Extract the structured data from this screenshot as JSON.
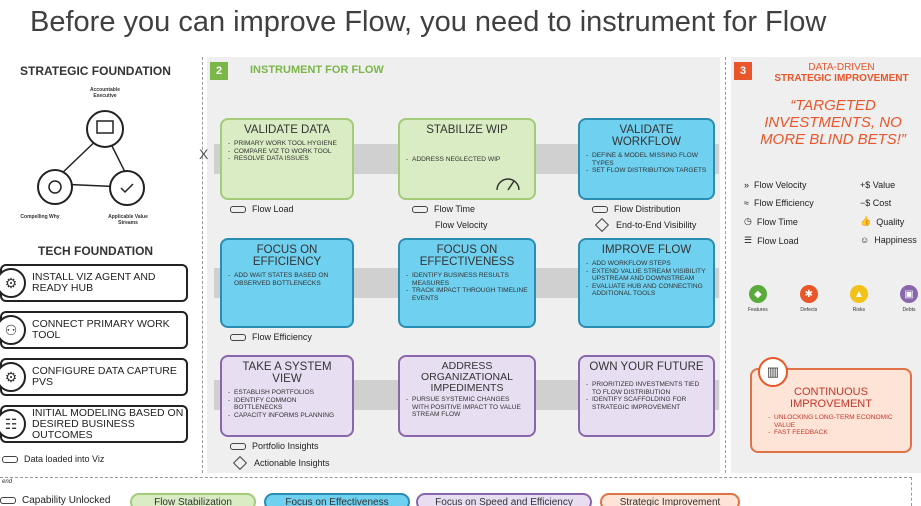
{
  "title": "Before you can improve Flow, you need to instrument for Flow",
  "left": {
    "strategic_heading": "STRATEGIC FOUNDATION",
    "accountable": "Accountable Executive",
    "compelling": "Compelling Why",
    "applicable": "Applicable Value Streams",
    "tech_heading": "TECH FOUNDATION",
    "tech_items": [
      "INSTALL VIZ AGENT AND READY HUB",
      "CONNECT PRIMARY WORK TOOL",
      "CONFIGURE DATA CAPTURE PVS",
      "INITIAL MODELING BASED ON DESIRED BUSINESS OUTCOMES"
    ],
    "data_loaded": "Data loaded into Viz"
  },
  "middle": {
    "badge": "2",
    "heading": "INSTRUMENT FOR FLOW",
    "x_mark": "X",
    "cards": {
      "validate_data": {
        "title": "VALIDATE DATA",
        "bullets": [
          "PRIMARY WORK TOOL HYGIENE",
          "COMPARE VIZ TO WORK TOOL",
          "RESOLVE DATA ISSUES"
        ]
      },
      "stabilize_wip": {
        "title": "STABILIZE WIP",
        "bullets": [
          "ADDRESS NEGLECTED WIP"
        ]
      },
      "validate_workflow": {
        "title": "VALIDATE WORKFLOW",
        "bullets": [
          "DEFINE & MODEL MISSING FLOW TYPES",
          "SET FLOW DISTRIBUTION TARGETS"
        ]
      },
      "focus_efficiency": {
        "title": "FOCUS ON EFFICIENCY",
        "bullets": [
          "ADD WAIT STATES BASED ON OBSERVED BOTTLENECKS"
        ]
      },
      "focus_effectiveness": {
        "title": "FOCUS ON EFFECTIVENESS",
        "bullets": [
          "IDENTIFY BUSINESS RESULTS MEASURES",
          "TRACK IMPACT THROUGH TIMELINE EVENTS"
        ]
      },
      "improve_flow": {
        "title": "IMPROVE FLOW",
        "bullets": [
          "ADD WORKFLOW STEPS",
          "EXTEND VALUE STREAM VISIBILITY UPSTREAM AND DOWNSTREAM",
          "EVALUATE HUB AND CONNECTING ADDITIONAL TOOLS"
        ]
      },
      "system_view": {
        "title": "TAKE A SYSTEM VIEW",
        "bullets": [
          "ESTABLISH PORTFOLIOS",
          "IDENTIFY COMMON BOTTLENECKS",
          "CAPACITY INFORMS PLANNING"
        ]
      },
      "address_org": {
        "title": "ADDRESS ORGANIZATIONAL IMPEDIMENTS",
        "bullets": [
          "PURSUE SYSTEMIC CHANGES WITH POSITIVE IMPACT TO VALUE STREAM FLOW"
        ]
      },
      "own_future": {
        "title": "OWN YOUR FUTURE",
        "bullets": [
          "PRIORITIZED INVESTMENTS TIED TO FLOW DISTRIBUTION",
          "IDENTIFY SCAFFOLDING FOR STRATEGIC IMPROVEMENT"
        ]
      }
    },
    "capabilities": {
      "flow_load": "Flow Load",
      "flow_time": "Flow Time",
      "flow_velocity": "Flow Velocity",
      "flow_distribution": "Flow Distribution",
      "e2e_visibility": "End-to-End Visibility",
      "flow_efficiency": "Flow Efficiency",
      "portfolio_insights": "Portfolio Insights",
      "actionable_insights": "Actionable Insights"
    }
  },
  "right": {
    "badge": "3",
    "heading_line1": "DATA-DRIVEN",
    "heading_line2": "STRATEGIC IMPROVEMENT",
    "tagline": "“TARGETED INVESTMENTS, NO MORE BLIND BETS!”",
    "metrics_left": [
      "Flow Velocity",
      "Flow Efficiency",
      "Flow Time",
      "Flow Load"
    ],
    "metrics_right": [
      "+$  Value",
      "−$  Cost",
      "Quality",
      "Happiness"
    ],
    "work_types": [
      "Features",
      "Defects",
      "Risks",
      "Debts"
    ],
    "ci_title": "CONTINUOUS IMPROVEMENT",
    "ci_bullets": [
      "UNLOCKING LONG-TERM ECONOMIC VALUE",
      "FAST FEEDBACK"
    ]
  },
  "legend": {
    "label": "end",
    "capability": "Capability Unlocked",
    "pills": [
      "Flow Stabilization",
      "Focus on Effectiveness",
      "Focus on Speed and Efficiency",
      "Strategic Improvement"
    ]
  },
  "colors": {
    "green_fill": "#d9ecc3",
    "blue_fill": "#6fd0ef",
    "purple_fill": "#e8def2",
    "orange_fill": "#fde4d7",
    "accent_green": "#7ab648",
    "accent_orange": "#e8562a"
  }
}
